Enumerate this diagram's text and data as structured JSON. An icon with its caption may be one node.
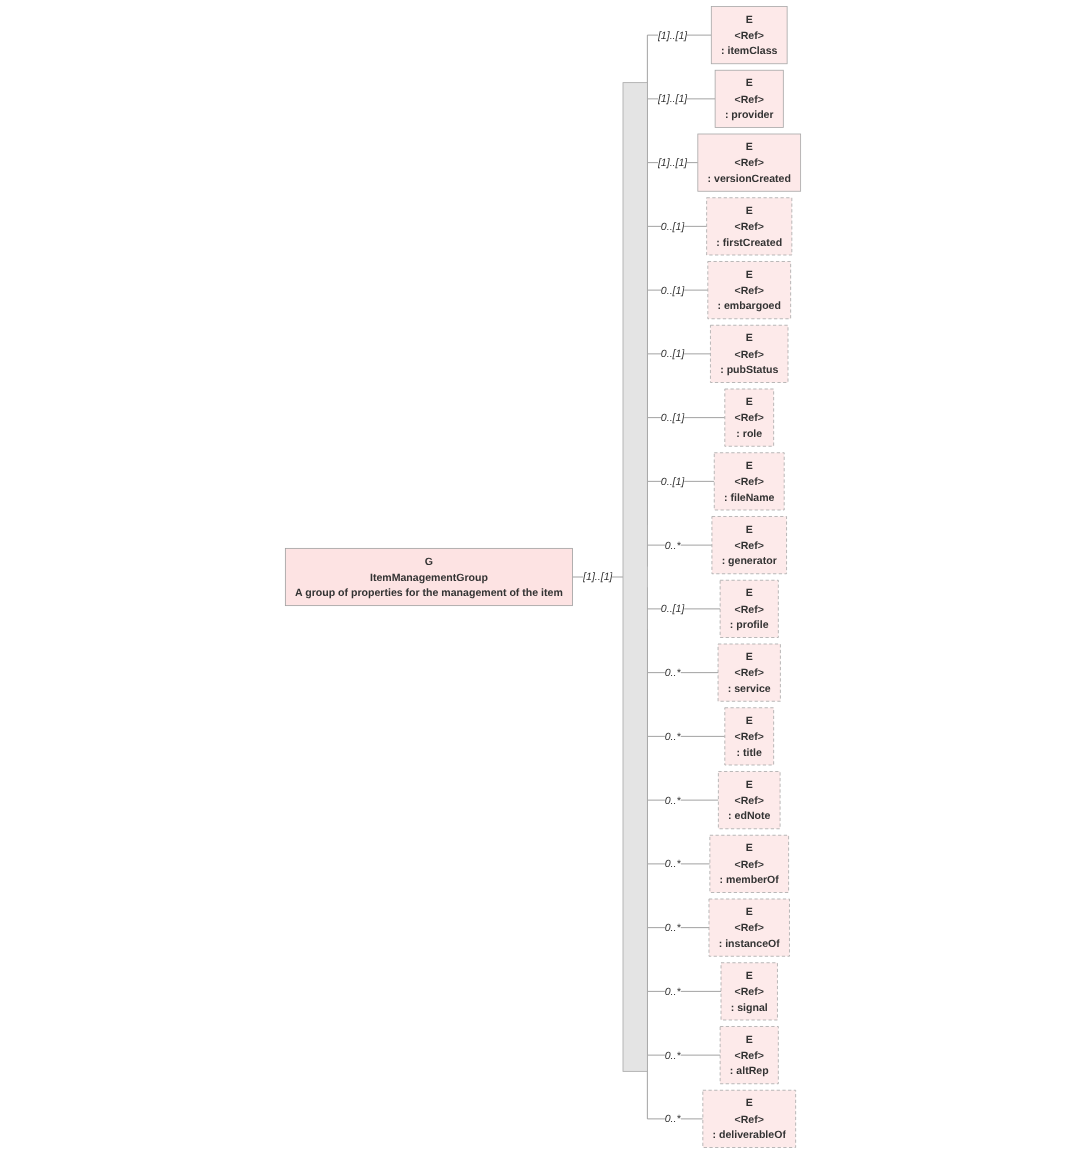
{
  "diagram": {
    "nodes": [
      {
        "text": [
          "G",
          "ItemManagementGroup",
          "A group of properties for the management of the item"
        ]
      },
      {
        "text": [],
        "shape": "bar"
      },
      {
        "text": [
          "E",
          "<Ref>",
          ": itemClass"
        ]
      },
      {
        "text": [
          "E",
          "<Ref>",
          ": provider"
        ]
      },
      {
        "text": [
          "E",
          "<Ref>",
          ": versionCreated"
        ]
      },
      {
        "text": [
          "E",
          "<Ref>",
          ": firstCreated"
        ]
      },
      {
        "text": [
          "E",
          "<Ref>",
          ": embargoed"
        ]
      },
      {
        "text": [
          "E",
          "<Ref>",
          ": pubStatus"
        ]
      },
      {
        "text": [
          "E",
          "<Ref>",
          ": role"
        ]
      },
      {
        "text": [
          "E",
          "<Ref>",
          ": fileName"
        ]
      },
      {
        "text": [
          "E",
          "<Ref>",
          ": generator"
        ]
      },
      {
        "text": [
          "E",
          "<Ref>",
          ": profile"
        ]
      },
      {
        "text": [
          "E",
          "<Ref>",
          ": service"
        ]
      },
      {
        "text": [
          "E",
          "<Ref>",
          ": title"
        ]
      },
      {
        "text": [
          "E",
          "<Ref>",
          ": edNote"
        ]
      },
      {
        "text": [
          "E",
          "<Ref>",
          ": memberOf"
        ]
      },
      {
        "text": [
          "E",
          "<Ref>",
          ": instanceOf"
        ]
      },
      {
        "text": [
          "E",
          "<Ref>",
          ": signal"
        ]
      },
      {
        "text": [
          "E",
          "<Ref>",
          ": altRep"
        ]
      },
      {
        "text": [
          "E",
          "<Ref>",
          ": deliverableOf"
        ]
      }
    ],
    "edges": [
      {
        "from": 0,
        "to": 1,
        "arrow": "none",
        "label": "[1]..[1]"
      },
      {
        "from": 1,
        "to": 2,
        "arrow": "none",
        "label": "[1]..[1]"
      },
      {
        "from": 1,
        "to": 3,
        "arrow": "none",
        "label": "[1]..[1]"
      },
      {
        "from": 1,
        "to": 4,
        "arrow": "none",
        "label": "[1]..[1]"
      },
      {
        "from": 1,
        "to": 5,
        "arrow": "none",
        "label": "0..[1]"
      },
      {
        "from": 1,
        "to": 6,
        "arrow": "none",
        "label": "0..[1]"
      },
      {
        "from": 1,
        "to": 7,
        "arrow": "none",
        "label": "0..[1]"
      },
      {
        "from": 1,
        "to": 8,
        "arrow": "none",
        "label": "0..[1]"
      },
      {
        "from": 1,
        "to": 9,
        "arrow": "none",
        "label": "0..[1]"
      },
      {
        "from": 1,
        "to": 10,
        "arrow": "none",
        "label": "0..*"
      },
      {
        "from": 1,
        "to": 11,
        "arrow": "none",
        "label": "0..[1]"
      },
      {
        "from": 1,
        "to": 12,
        "arrow": "none",
        "label": "0..*"
      },
      {
        "from": 1,
        "to": 13,
        "arrow": "none",
        "label": "0..*"
      },
      {
        "from": 1,
        "to": 14,
        "arrow": "none",
        "label": "0..*"
      },
      {
        "from": 1,
        "to": 15,
        "arrow": "none",
        "label": "0..*"
      },
      {
        "from": 1,
        "to": 16,
        "arrow": "none",
        "label": "0..*"
      },
      {
        "from": 1,
        "to": 17,
        "arrow": "none",
        "label": "0..*"
      },
      {
        "from": 1,
        "to": 18,
        "arrow": "none",
        "label": "0..*"
      },
      {
        "from": 1,
        "to": 19,
        "arrow": "none",
        "label": "0..*"
      }
    ]
  }
}
